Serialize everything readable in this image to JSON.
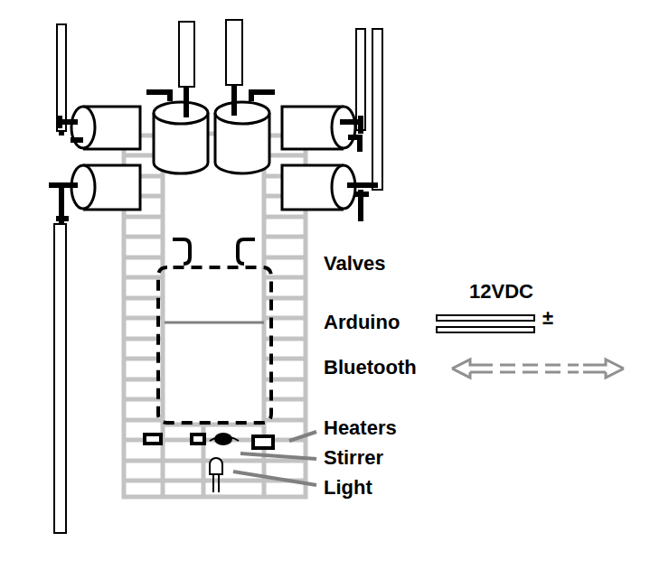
{
  "diagram": {
    "labels": [
      "Valves",
      "12VDC",
      "Arduino",
      "±",
      "Bluetooth",
      "Heaters",
      "Stirrer",
      "Light"
    ]
  }
}
